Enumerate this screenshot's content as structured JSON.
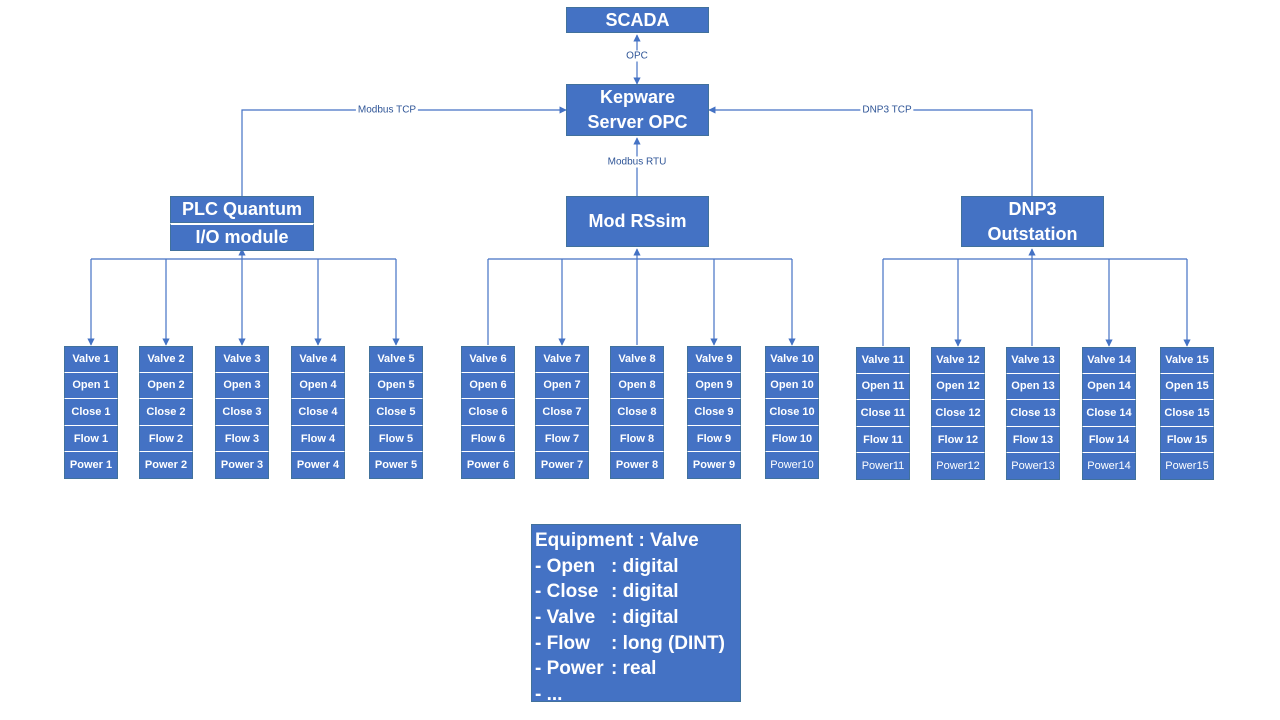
{
  "nodes": {
    "scada": "SCADA",
    "kepware_line1": "Kepware",
    "kepware_line2": "Server OPC",
    "plc_line1": "PLC Quantum",
    "plc_line2": "I/O module",
    "modrssim": "Mod RSsim",
    "dnp3_line1": "DNP3",
    "dnp3_line2": "Outstation"
  },
  "links": {
    "opc": "OPC",
    "modbus_tcp": "Modbus TCP",
    "modbus_rtu": "Modbus RTU",
    "dnp3_tcp": "DNP3 TCP"
  },
  "devices": [
    [
      "Valve 1",
      "Open 1",
      "Close 1",
      "Flow 1",
      "Power 1"
    ],
    [
      "Valve 2",
      "Open 2",
      "Close 2",
      "Flow 2",
      "Power 2"
    ],
    [
      "Valve 3",
      "Open 3",
      "Close 3",
      "Flow 3",
      "Power 3"
    ],
    [
      "Valve 4",
      "Open 4",
      "Close 4",
      "Flow 4",
      "Power 4"
    ],
    [
      "Valve 5",
      "Open 5",
      "Close 5",
      "Flow 5",
      "Power 5"
    ],
    [
      "Valve 6",
      "Open 6",
      "Close 6",
      "Flow 6",
      "Power 6"
    ],
    [
      "Valve 7",
      "Open 7",
      "Close 7",
      "Flow 7",
      "Power 7"
    ],
    [
      "Valve 8",
      "Open 8",
      "Close 8",
      "Flow 8",
      "Power 8"
    ],
    [
      "Valve 9",
      "Open 9",
      "Close 9",
      "Flow 9",
      "Power 9"
    ],
    [
      "Valve 10",
      "Open 10",
      "Close 10",
      "Flow 10",
      "Power10"
    ],
    [
      "Valve 11",
      "Open 11",
      "Close 11",
      "Flow 11",
      "Power11"
    ],
    [
      "Valve 12",
      "Open 12",
      "Close 12",
      "Flow 12",
      "Power12"
    ],
    [
      "Valve 13",
      "Open 13",
      "Close 13",
      "Flow 13",
      "Power13"
    ],
    [
      "Valve 14",
      "Open 14",
      "Close 14",
      "Flow 14",
      "Power14"
    ],
    [
      "Valve 15",
      "Open 15",
      "Close 15",
      "Flow 15",
      "Power15"
    ]
  ],
  "legend": {
    "title": "Equipment : Valve",
    "rows": [
      {
        "key": "- Open",
        "value": ": digital"
      },
      {
        "key": "- Close",
        "value": ": digital"
      },
      {
        "key": "- Valve",
        "value": ": digital"
      },
      {
        "key": "- Flow",
        "value": ": long (DINT)"
      },
      {
        "key": "- Power",
        "value": ": real"
      },
      {
        "key": "- ...",
        "value": ""
      }
    ]
  },
  "colors": {
    "box_fill": "#4472c4",
    "box_border": "#41719c",
    "line": "#4472c4",
    "label_text": "#2f5597"
  }
}
